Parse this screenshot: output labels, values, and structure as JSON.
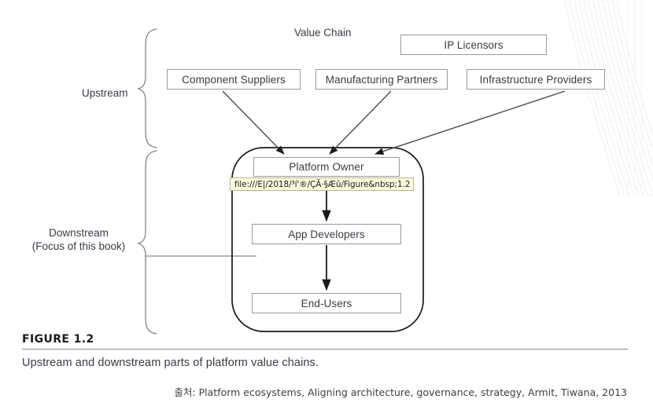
{
  "figure": {
    "chart_title": "Value Chain",
    "upstream_label": "Upstream",
    "downstream_label": "Downstream\n(Focus of this book)",
    "downstream_label_line1": "Downstream",
    "downstream_label_line2": "(Focus of this book)",
    "nodes": {
      "ip_licensors": "IP Licensors",
      "component_suppliers": "Component Suppliers",
      "manufacturing_partners": "Manufacturing Partners",
      "infrastructure_providers": "Infrastructure Providers",
      "platform_owner": "Platform Owner",
      "app_developers": "App Developers",
      "end_users": "End-Users"
    }
  },
  "status_tooltip": {
    "text": "file:///E|/2018/³í'®/ÇÃ·§Æû/Figure&nbsp;1.2"
  },
  "caption": {
    "figure_number": "FIGURE 1.2",
    "text": "Upstream and downstream parts of platform value chains."
  },
  "source": {
    "text": "출처: Platform ecosystems, Aligning architecture, governance, strategy, Armit, Tiwana, 2013"
  },
  "colors": {
    "box_border": "#9a9a9a",
    "text": "#3a3a46",
    "tooltip_bg": "#fbfbdf",
    "tooltip_border": "#b6b68e",
    "arrow": "#1a1a1a"
  }
}
